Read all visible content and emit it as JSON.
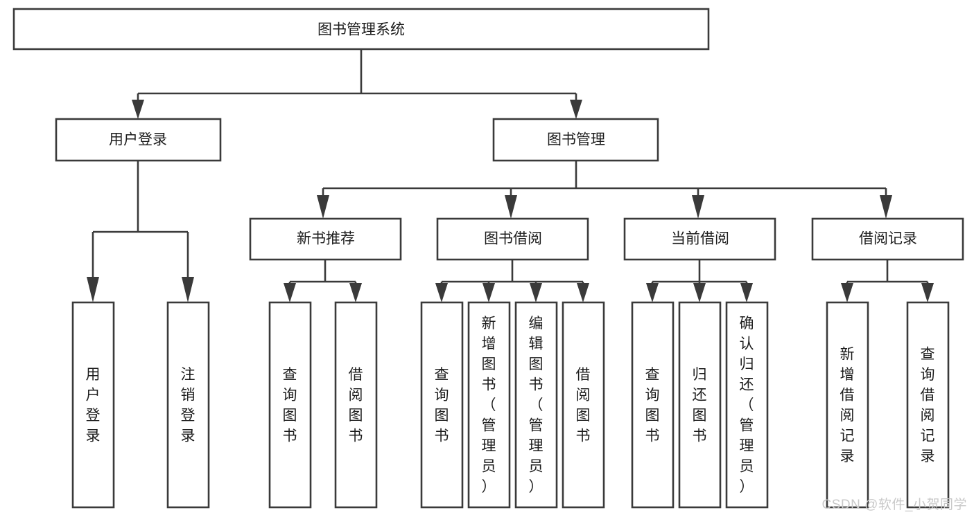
{
  "diagram": {
    "type": "tree",
    "title": "图书管理系统",
    "watermark": "CSDN @软件_小贺同学",
    "colors": {
      "stroke": "#3a3a3a",
      "box_fill": "#ffffff",
      "text": "#1c1c1c",
      "background": "#ffffff",
      "watermark": "#c9c9c9"
    },
    "nodes": {
      "root": {
        "label": "图书管理系统",
        "orientation": "horizontal"
      },
      "level1": [
        {
          "id": "user-login",
          "label": "用户登录",
          "orientation": "horizontal"
        },
        {
          "id": "book-manage",
          "label": "图书管理",
          "orientation": "horizontal"
        }
      ],
      "level2": [
        {
          "id": "new-book-recommend",
          "label": "新书推荐",
          "orientation": "horizontal",
          "parent": "book-manage"
        },
        {
          "id": "book-borrow",
          "label": "图书借阅",
          "orientation": "horizontal",
          "parent": "book-manage"
        },
        {
          "id": "current-borrow",
          "label": "当前借阅",
          "orientation": "horizontal",
          "parent": "book-manage"
        },
        {
          "id": "borrow-record",
          "label": "借阅记录",
          "orientation": "horizontal",
          "parent": "book-manage"
        }
      ],
      "leaves": [
        {
          "id": "leaf-user-login",
          "label": "用户登录",
          "parent": "user-login",
          "orientation": "vertical"
        },
        {
          "id": "leaf-user-logout",
          "label": "注销登录",
          "parent": "user-login",
          "orientation": "vertical"
        },
        {
          "id": "leaf-query-book-1",
          "label": "查询图书",
          "parent": "new-book-recommend",
          "orientation": "vertical"
        },
        {
          "id": "leaf-borrow-book-1",
          "label": "借阅图书",
          "parent": "new-book-recommend",
          "orientation": "vertical"
        },
        {
          "id": "leaf-query-book-2",
          "label": "查询图书",
          "parent": "book-borrow",
          "orientation": "vertical"
        },
        {
          "id": "leaf-add-book",
          "label": "新增图书（管理员）",
          "parent": "book-borrow",
          "orientation": "vertical"
        },
        {
          "id": "leaf-edit-book",
          "label": "编辑图书（管理员）",
          "parent": "book-borrow",
          "orientation": "vertical"
        },
        {
          "id": "leaf-borrow-book-2",
          "label": "借阅图书",
          "parent": "book-borrow",
          "orientation": "vertical"
        },
        {
          "id": "leaf-query-book-3",
          "label": "查询图书",
          "parent": "current-borrow",
          "orientation": "vertical"
        },
        {
          "id": "leaf-return-book",
          "label": "归还图书",
          "parent": "current-borrow",
          "orientation": "vertical"
        },
        {
          "id": "leaf-confirm-return",
          "label": "确认归还（管理员）",
          "parent": "current-borrow",
          "orientation": "vertical"
        },
        {
          "id": "leaf-add-record",
          "label": "新增借阅记录",
          "parent": "borrow-record",
          "orientation": "vertical"
        },
        {
          "id": "leaf-query-record",
          "label": "查询借阅记录",
          "parent": "borrow-record",
          "orientation": "vertical"
        }
      ]
    }
  }
}
